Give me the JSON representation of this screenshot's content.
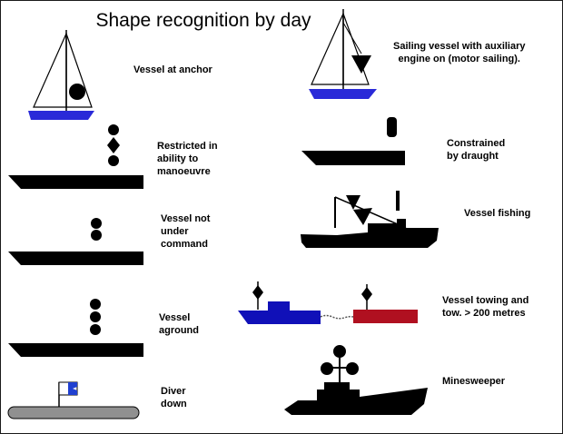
{
  "title": "Shape recognition by day",
  "labels": {
    "anchor": "Vessel at anchor",
    "motor_sailing": "Sailing vessel with auxiliary\nengine on (motor sailing).",
    "restricted": "Restricted in\nability to\nmanoeuvre",
    "constrained": "Constrained\nby draught",
    "not_under_command": "Vessel not\nunder\ncommand",
    "fishing": "Vessel fishing",
    "towing": "Vessel towing and\ntow. > 200 metres",
    "aground": "Vessel\naground",
    "minesweeper": "Minesweeper",
    "diver": "Diver\ndown"
  },
  "colors": {
    "hull_blue": "#2a2ad8",
    "tug_blue": "#1010b8",
    "tow_red": "#b01020",
    "diver_flag_blue": "#2040d0",
    "black": "#000000",
    "sub_grey": "#909090"
  }
}
